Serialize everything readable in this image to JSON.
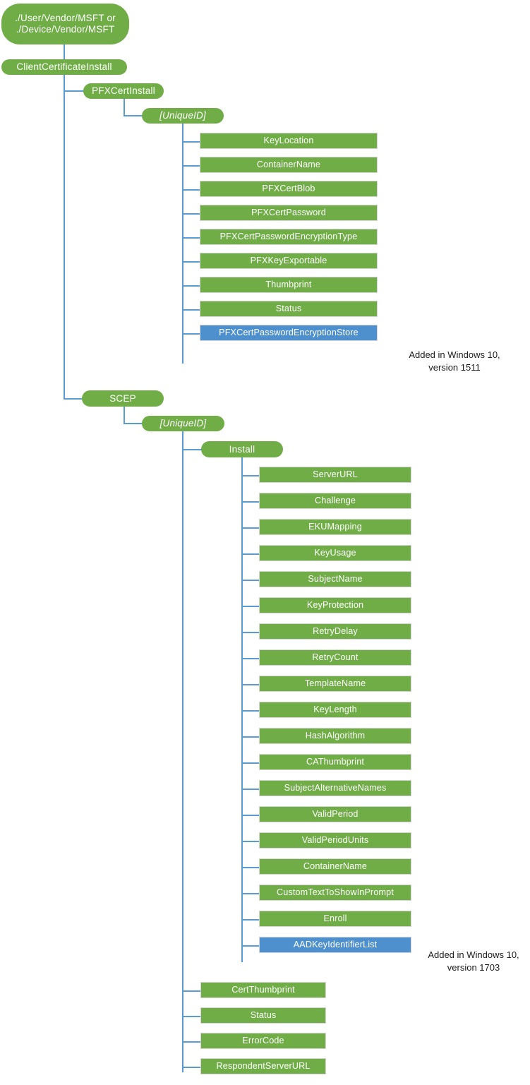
{
  "diagram": {
    "title": "ClientCertificateInstall CSP node tree",
    "colors": {
      "node_green": "#70AD47",
      "node_blue": "#4E90CD",
      "connector_blue": "#5B9BD5",
      "text_white": "#FFFFFF",
      "text_black": "#1A1A1A",
      "background": "#FFFFFF"
    }
  },
  "root": {
    "label": "./User/Vendor/MSFT or\n./Device/Vendor/MSFT"
  },
  "level1": {
    "client_certificate_install": "ClientCertificateInstall"
  },
  "pfx": {
    "branch_label": "PFXCertInstall",
    "unique_id_label": "[UniqueID]",
    "children": [
      {
        "label": "KeyLocation",
        "style": "green"
      },
      {
        "label": "ContainerName",
        "style": "green"
      },
      {
        "label": "PFXCertBlob",
        "style": "green"
      },
      {
        "label": "PFXCertPassword",
        "style": "green"
      },
      {
        "label": "PFXCertPasswordEncryptionType",
        "style": "green"
      },
      {
        "label": "PFXKeyExportable",
        "style": "green"
      },
      {
        "label": "Thumbprint",
        "style": "green"
      },
      {
        "label": "Status",
        "style": "green"
      },
      {
        "label": "PFXCertPasswordEncryptionStore",
        "style": "blue"
      }
    ],
    "note": "Added in Windows 10,\nversion 1511"
  },
  "scep": {
    "branch_label": "SCEP",
    "unique_id_label": "[UniqueID]",
    "install_label": "Install",
    "install_children": [
      {
        "label": "ServerURL",
        "style": "green"
      },
      {
        "label": "Challenge",
        "style": "green"
      },
      {
        "label": "EKUMapping",
        "style": "green"
      },
      {
        "label": "KeyUsage",
        "style": "green"
      },
      {
        "label": "SubjectName",
        "style": "green"
      },
      {
        "label": "KeyProtection",
        "style": "green"
      },
      {
        "label": "RetryDelay",
        "style": "green"
      },
      {
        "label": "RetryCount",
        "style": "green"
      },
      {
        "label": "TemplateName",
        "style": "green"
      },
      {
        "label": "KeyLength",
        "style": "green"
      },
      {
        "label": "HashAlgorithm",
        "style": "green"
      },
      {
        "label": "CAThumbprint",
        "style": "green"
      },
      {
        "label": "SubjectAlternativeNames",
        "style": "green"
      },
      {
        "label": "ValidPeriod",
        "style": "green"
      },
      {
        "label": "ValidPeriodUnits",
        "style": "green"
      },
      {
        "label": "ContainerName",
        "style": "green"
      },
      {
        "label": "CustomTextToShowInPrompt",
        "style": "green"
      },
      {
        "label": "Enroll",
        "style": "green"
      },
      {
        "label": "AADKeyIdentifierList",
        "style": "blue"
      }
    ],
    "note": "Added in Windows 10,\nversion 1703",
    "unique_id_children": [
      {
        "label": "CertThumbprint",
        "style": "green"
      },
      {
        "label": "Status",
        "style": "green"
      },
      {
        "label": "ErrorCode",
        "style": "green"
      },
      {
        "label": "RespondentServerURL",
        "style": "green"
      }
    ]
  }
}
